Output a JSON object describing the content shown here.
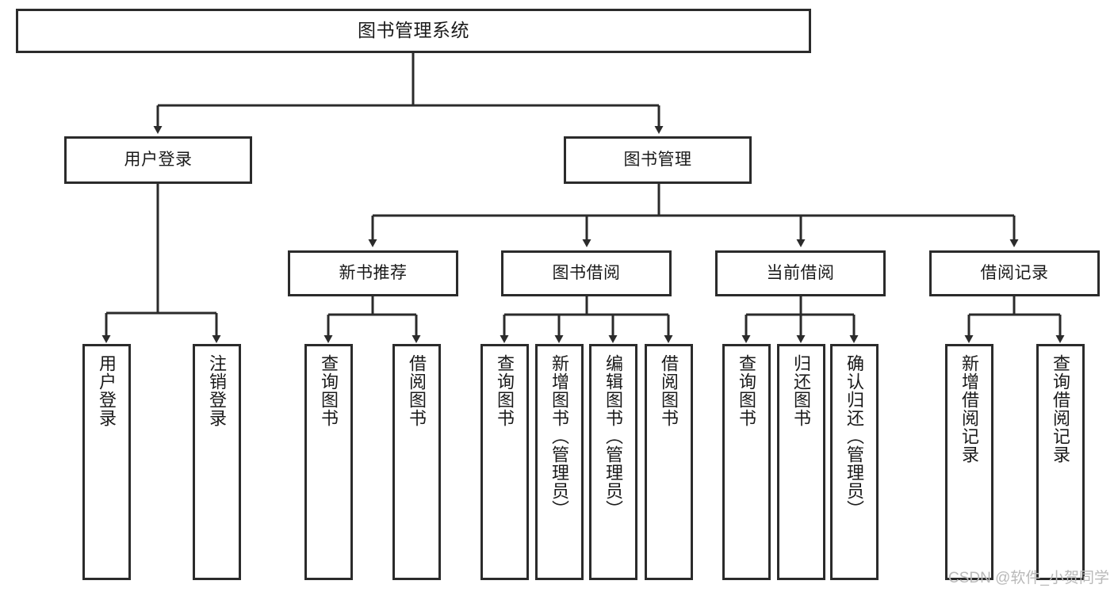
{
  "diagram": {
    "title": "图书管理系统",
    "type": "tree-hierarchy-diagram",
    "colors": {
      "node_border": "#2b2b2b",
      "node_fill": "#ffffff",
      "edge": "#2b2b2b",
      "text": "#1a1a1a",
      "watermark": "#b9b9b9",
      "background": "#ffffff"
    }
  },
  "root": {
    "label": "图书管理系统"
  },
  "level2": [
    {
      "label": "用户登录"
    },
    {
      "label": "图书管理"
    }
  ],
  "level3": [
    {
      "label": "新书推荐"
    },
    {
      "label": "图书借阅"
    },
    {
      "label": "当前借阅"
    },
    {
      "label": "借阅记录"
    }
  ],
  "leaves": {
    "user_login": [
      {
        "label": "用户登录"
      },
      {
        "label": "注销登录"
      }
    ],
    "new_book_recommend": [
      {
        "label": "查询图书"
      },
      {
        "label": "借阅图书"
      }
    ],
    "book_borrow": [
      {
        "label": "查询图书"
      },
      {
        "label": "新增图书（管理员）"
      },
      {
        "label": "编辑图书（管理员）"
      },
      {
        "label": "借阅图书"
      }
    ],
    "current_borrow": [
      {
        "label": "查询图书"
      },
      {
        "label": "归还图书"
      },
      {
        "label": "确认归还（管理员）"
      }
    ],
    "borrow_record": [
      {
        "label": "新增借阅记录"
      },
      {
        "label": "查询借阅记录"
      }
    ]
  },
  "watermark": {
    "text": "CSDN @软件_小贺同学"
  }
}
